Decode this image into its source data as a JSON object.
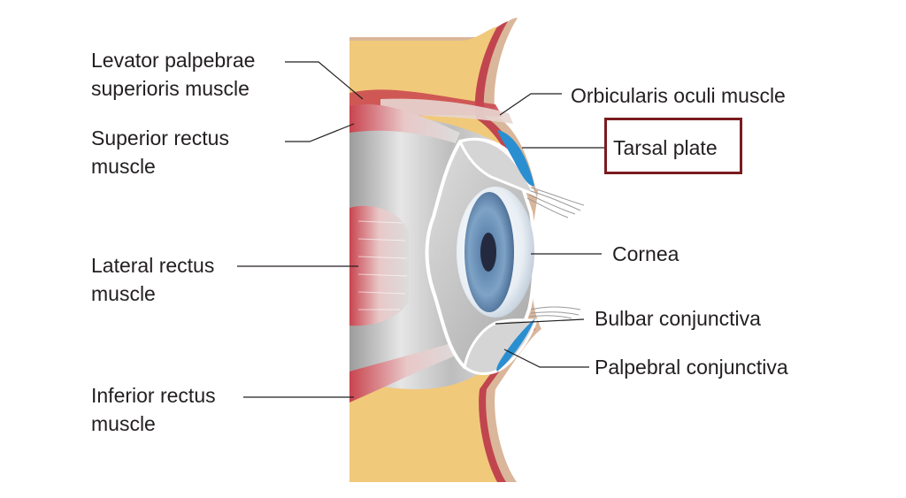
{
  "diagram": {
    "labels": {
      "levator": [
        "Levator palpebrae",
        "superioris muscle"
      ],
      "superior_rectus": [
        "Superior rectus",
        "muscle"
      ],
      "lateral_rectus": [
        "Lateral rectus",
        "muscle"
      ],
      "inferior_rectus": [
        "Inferior rectus",
        "muscle"
      ],
      "orbicularis": "Orbicularis oculi muscle",
      "tarsal_plate": "Tarsal plate",
      "cornea": "Cornea",
      "bulbar_conjunctiva": "Bulbar conjunctiva",
      "palpebral_conjunctiva": "Palpebral conjunctiva"
    },
    "highlighted": "tarsal_plate",
    "colors": {
      "skin": "#d8b79c",
      "fat": "#f1c97a",
      "muscle_red": "#c1454f",
      "conjunctiva_blue": "#2a8fd0",
      "iris_blue": "#7fa6c8",
      "pupil": "#232a3f",
      "sclera_gray": "#c7c7c7",
      "highlight_border": "#7a1c1f",
      "leader_line": "#231f20"
    }
  }
}
